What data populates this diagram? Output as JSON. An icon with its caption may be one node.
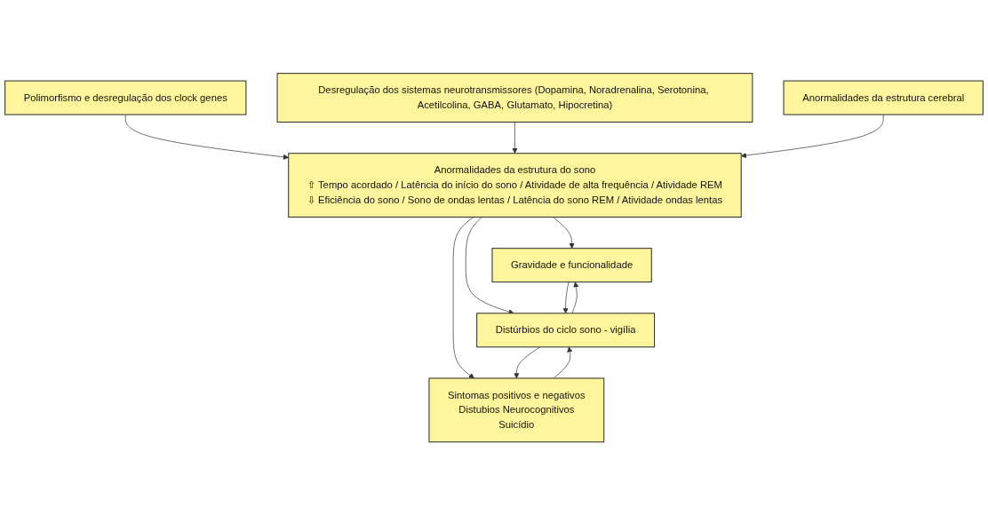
{
  "diagram": {
    "nodes": [
      {
        "text": [
          "Polimorfismo e desregulação dos clock genes"
        ]
      },
      {
        "text": [
          "Desregulação dos sistemas neurotransmissores (Dopamina, Noradrenalina, Serotonina, Acetilcolina, GABA, Glutamato, Hipocretina)"
        ]
      },
      {
        "text": [
          "Anormalidades da estrutura cerebral"
        ]
      },
      {
        "text": [
          "Anormalidades da estrutura do sono",
          "⇧ Tempo acordado / Latência do início do sono / Atividade de alta frequência / Atividade REM",
          "⇩ Eficiência do sono / Sono de ondas lentas / Latência do sono REM / Atividade ondas lentas"
        ]
      },
      {
        "text": [
          "Gravidade e funcionalidade"
        ]
      },
      {
        "text": [
          "Distúrbios do ciclo sono - vigília"
        ]
      },
      {
        "text": [
          "Sintomas positivos e negativos",
          "Distubios Neurocognitivos",
          "Suicídio"
        ]
      }
    ],
    "edges": [
      {
        "from": 0,
        "to": 3,
        "arrow": "to"
      },
      {
        "from": 1,
        "to": 3,
        "arrow": "to"
      },
      {
        "from": 2,
        "to": 3,
        "arrow": "to"
      },
      {
        "from": 3,
        "to": 4,
        "arrow": "to"
      },
      {
        "from": 3,
        "to": 5,
        "arrow": "to"
      },
      {
        "from": 3,
        "to": 6,
        "arrow": "to"
      },
      {
        "from": 4,
        "to": 5,
        "arrow": "to"
      },
      {
        "from": 5,
        "to": 4,
        "arrow": "to"
      },
      {
        "from": 5,
        "to": 6,
        "arrow": "to"
      },
      {
        "from": 6,
        "to": 5,
        "arrow": "to"
      }
    ]
  }
}
